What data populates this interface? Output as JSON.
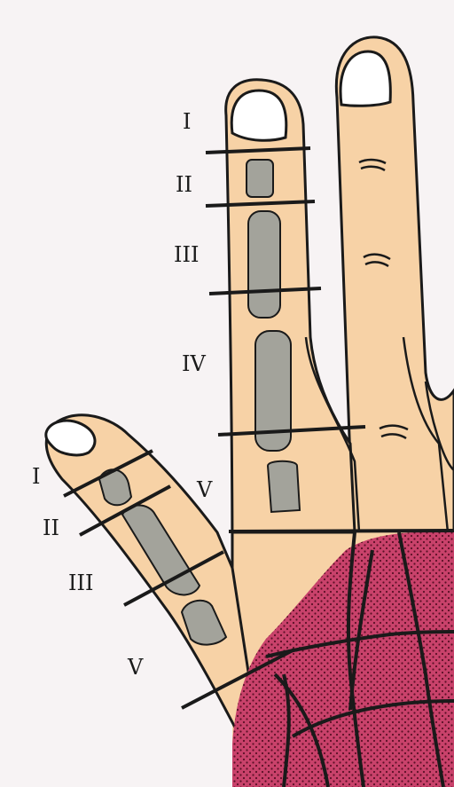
{
  "colors": {
    "background": "#f7f3f4",
    "skin": "#f7d2a6",
    "outline": "#1a1a1a",
    "bone": "#a3a39b",
    "nail": "#ffffff",
    "palm_region": "#c9426b",
    "palm_dots": "#5a1026"
  },
  "index_finger_labels": [
    "I",
    "II",
    "III",
    "IV",
    "V"
  ],
  "thumb_labels": [
    "I",
    "II",
    "III",
    "V"
  ]
}
